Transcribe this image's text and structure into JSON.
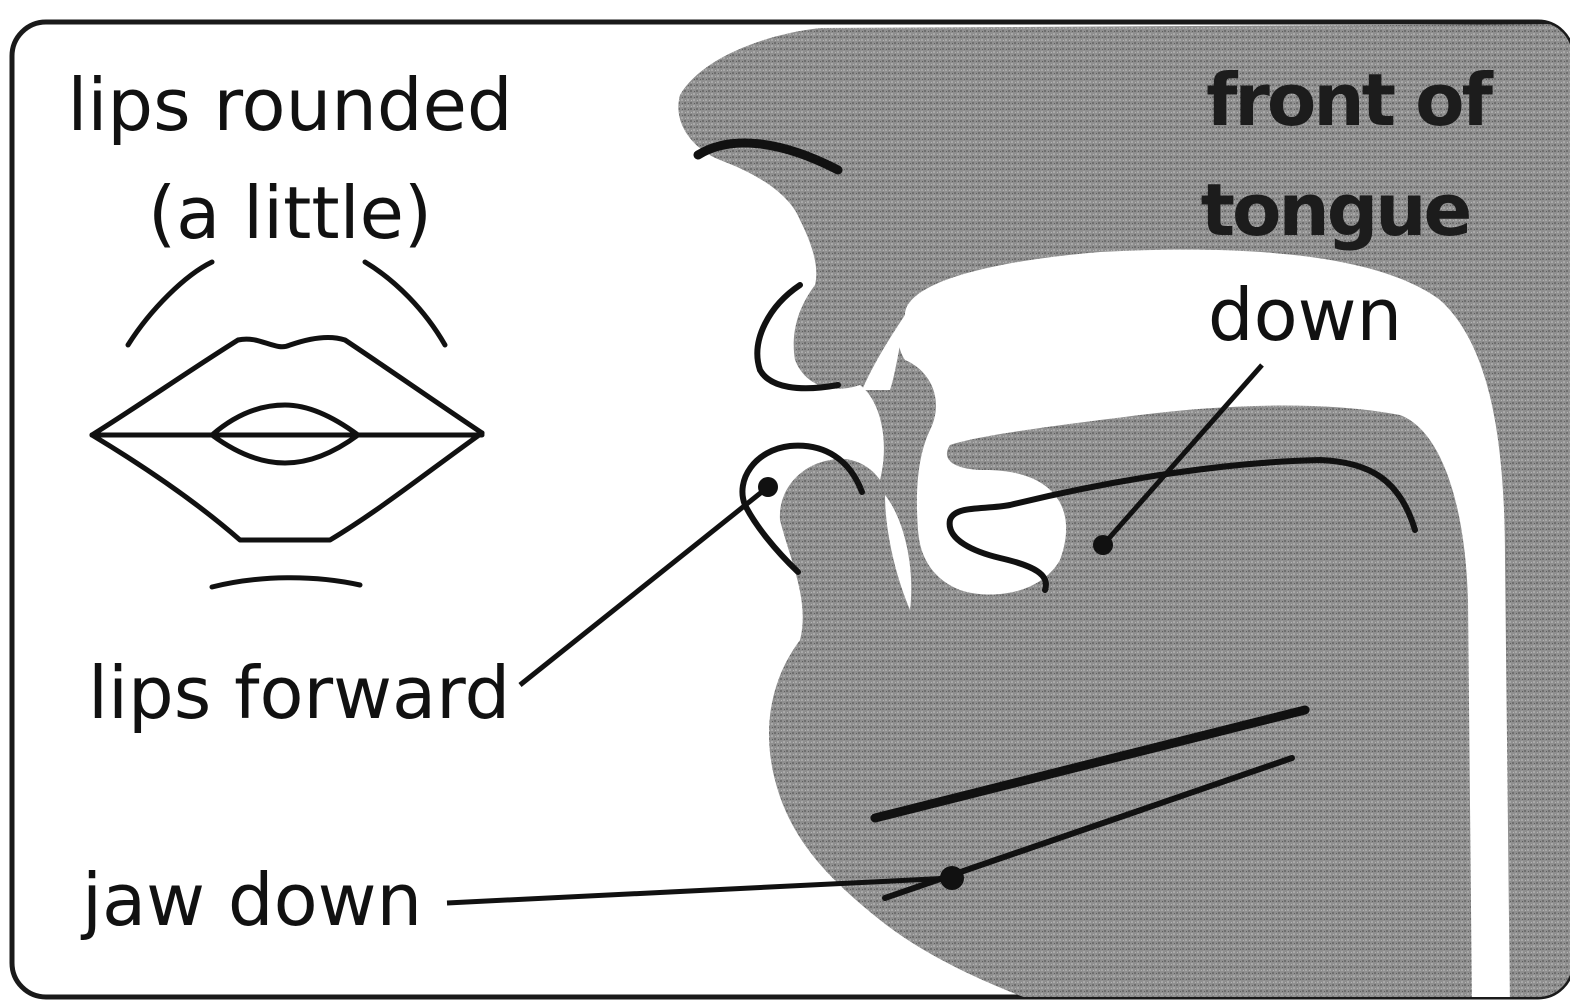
{
  "diagram": {
    "labels": {
      "lips_rounded": "lips rounded",
      "a_little": "(a little)",
      "front_of": "front of",
      "tongue": "tongue",
      "down": "down",
      "lips_forward": "lips forward",
      "jaw_down": "jaw down"
    },
    "colors": {
      "background": "#ffffff",
      "head_fill": "#8e8e8e",
      "line": "#111111",
      "frame": "#1a1a1a"
    }
  }
}
